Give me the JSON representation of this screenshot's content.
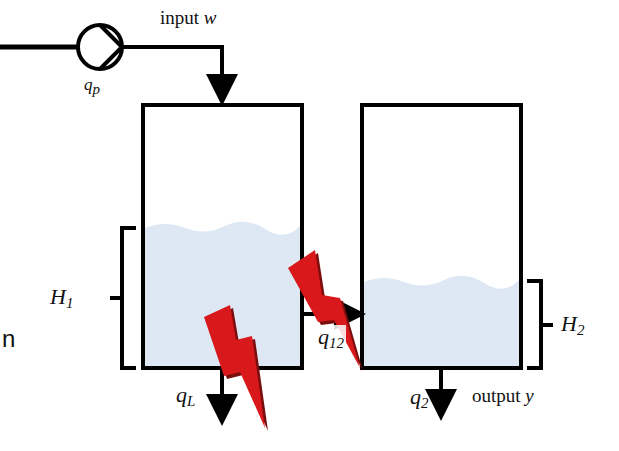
{
  "diagram": {
    "labels": [
      "input w",
      "qp",
      "H1",
      "qL",
      "q12",
      "H2",
      "q2",
      "output y",
      "n"
    ]
  }
}
